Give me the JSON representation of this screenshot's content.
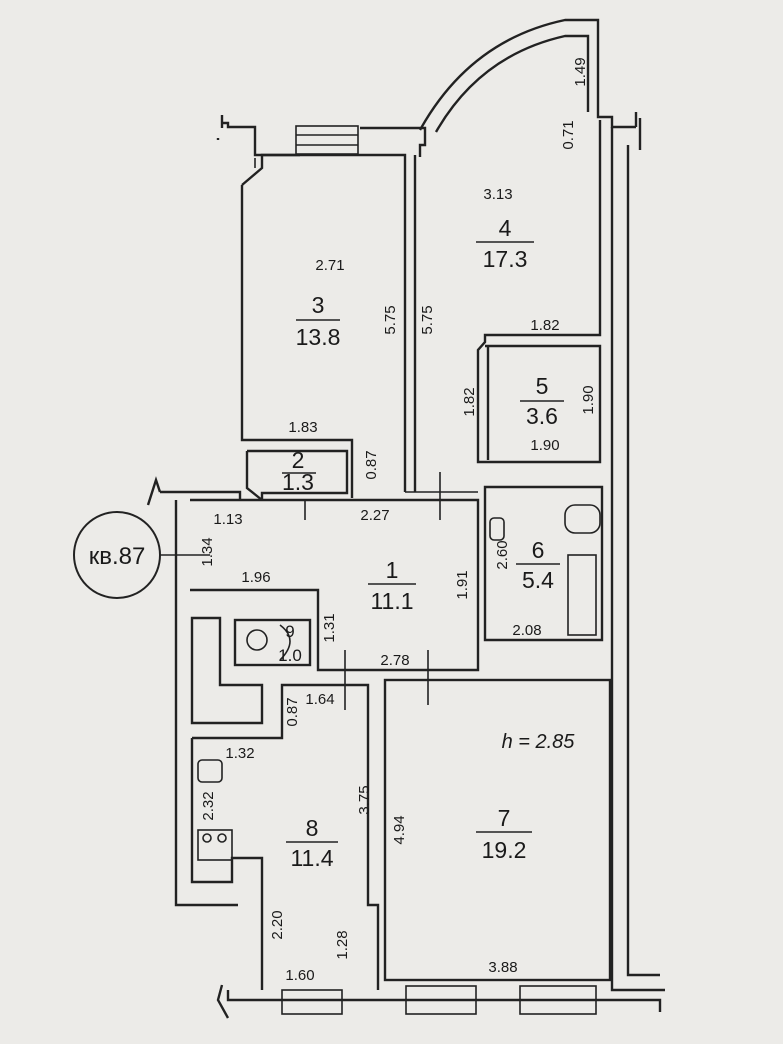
{
  "apartment": {
    "label": "кв.87"
  },
  "ceiling_height": "h = 2.85",
  "rooms": [
    {
      "number": "1",
      "area": "11.1"
    },
    {
      "number": "2",
      "area": "1.3"
    },
    {
      "number": "3",
      "area": "13.8"
    },
    {
      "number": "4",
      "area": "17.3"
    },
    {
      "number": "5",
      "area": "3.6"
    },
    {
      "number": "6",
      "area": "5.4"
    },
    {
      "number": "7",
      "area": "19.2"
    },
    {
      "number": "8",
      "area": "11.4"
    },
    {
      "number": "9",
      "area": "1.0"
    }
  ],
  "dimensions": {
    "r3_width": "2.71",
    "r3_len": "5.75",
    "r4_len": "5.75",
    "r4_width": "3.13",
    "bay_top": "1.49",
    "bay_side": "0.71",
    "r4_bottom": "1.82",
    "r5_left": "1.82",
    "r5_right": "1.90",
    "r5_bottom": "1.90",
    "r2_top": "1.83",
    "r2_side": "0.87",
    "hall_top": "2.27",
    "entry_top": "1.13",
    "entry_side": "1.34",
    "corr": "1.96",
    "hall_right": "1.91",
    "r6_left": "2.60",
    "r6_bottom": "2.08",
    "r9_side": "1.31",
    "hall_bottom": "2.78",
    "r8_top": "1.64",
    "r8_door": "0.87",
    "r8_kitchen": "1.32",
    "r8_left": "2.32",
    "r8_right": "3.75",
    "r8_low": "2.20",
    "r8_win": "1.28",
    "r8_bottom": "1.60",
    "r7_left": "4.94",
    "r7_bottom": "3.88"
  }
}
